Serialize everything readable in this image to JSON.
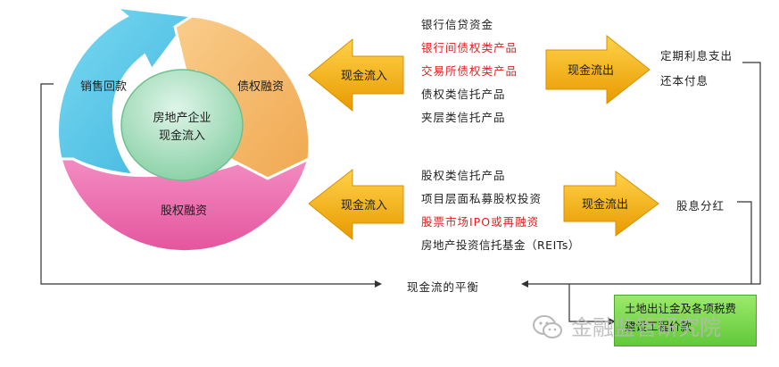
{
  "cycle": {
    "center_line1": "房地产企业",
    "center_line2": "现金流入",
    "seg_sales": "销售回款",
    "seg_debt": "债权融资",
    "seg_equity": "股权融资"
  },
  "top_row": {
    "inflow_label": "现金流入",
    "outflow_label": "现金流出",
    "sources": [
      {
        "text": "银行信贷资金",
        "highlight": false
      },
      {
        "text": "银行间债权类产品",
        "highlight": true
      },
      {
        "text": "交易所债权类产品",
        "highlight": true
      },
      {
        "text": "债权类信托产品",
        "highlight": false
      },
      {
        "text": "夹层类信托产品",
        "highlight": false
      }
    ],
    "uses": [
      "定期利息支出",
      "还本付息"
    ]
  },
  "bottom_row": {
    "inflow_label": "现金流入",
    "outflow_label": "现金流出",
    "sources": [
      {
        "text": "股权类信托产品",
        "highlight": false
      },
      {
        "text": "项目层面私募股权投资",
        "highlight": false
      },
      {
        "text": "股票市场IPO或再融资",
        "highlight": true
      },
      {
        "text": "房地产投资信托基金（REITs）",
        "highlight": false
      }
    ],
    "uses": [
      "股息分红"
    ]
  },
  "balance_label": "现金流的平衡",
  "green_box": {
    "line1": "土地出让金及各项税费",
    "line2": "建设工程价款"
  },
  "watermark": "金融监管研究院",
  "colors": {
    "sales": "#5ecbea",
    "debt": "#f5b868",
    "equity": "#ee6fb0",
    "center": "#9adbb6",
    "arrow": "#f0a800",
    "red_text": "#e02020",
    "green_box": "#7fdc55"
  }
}
